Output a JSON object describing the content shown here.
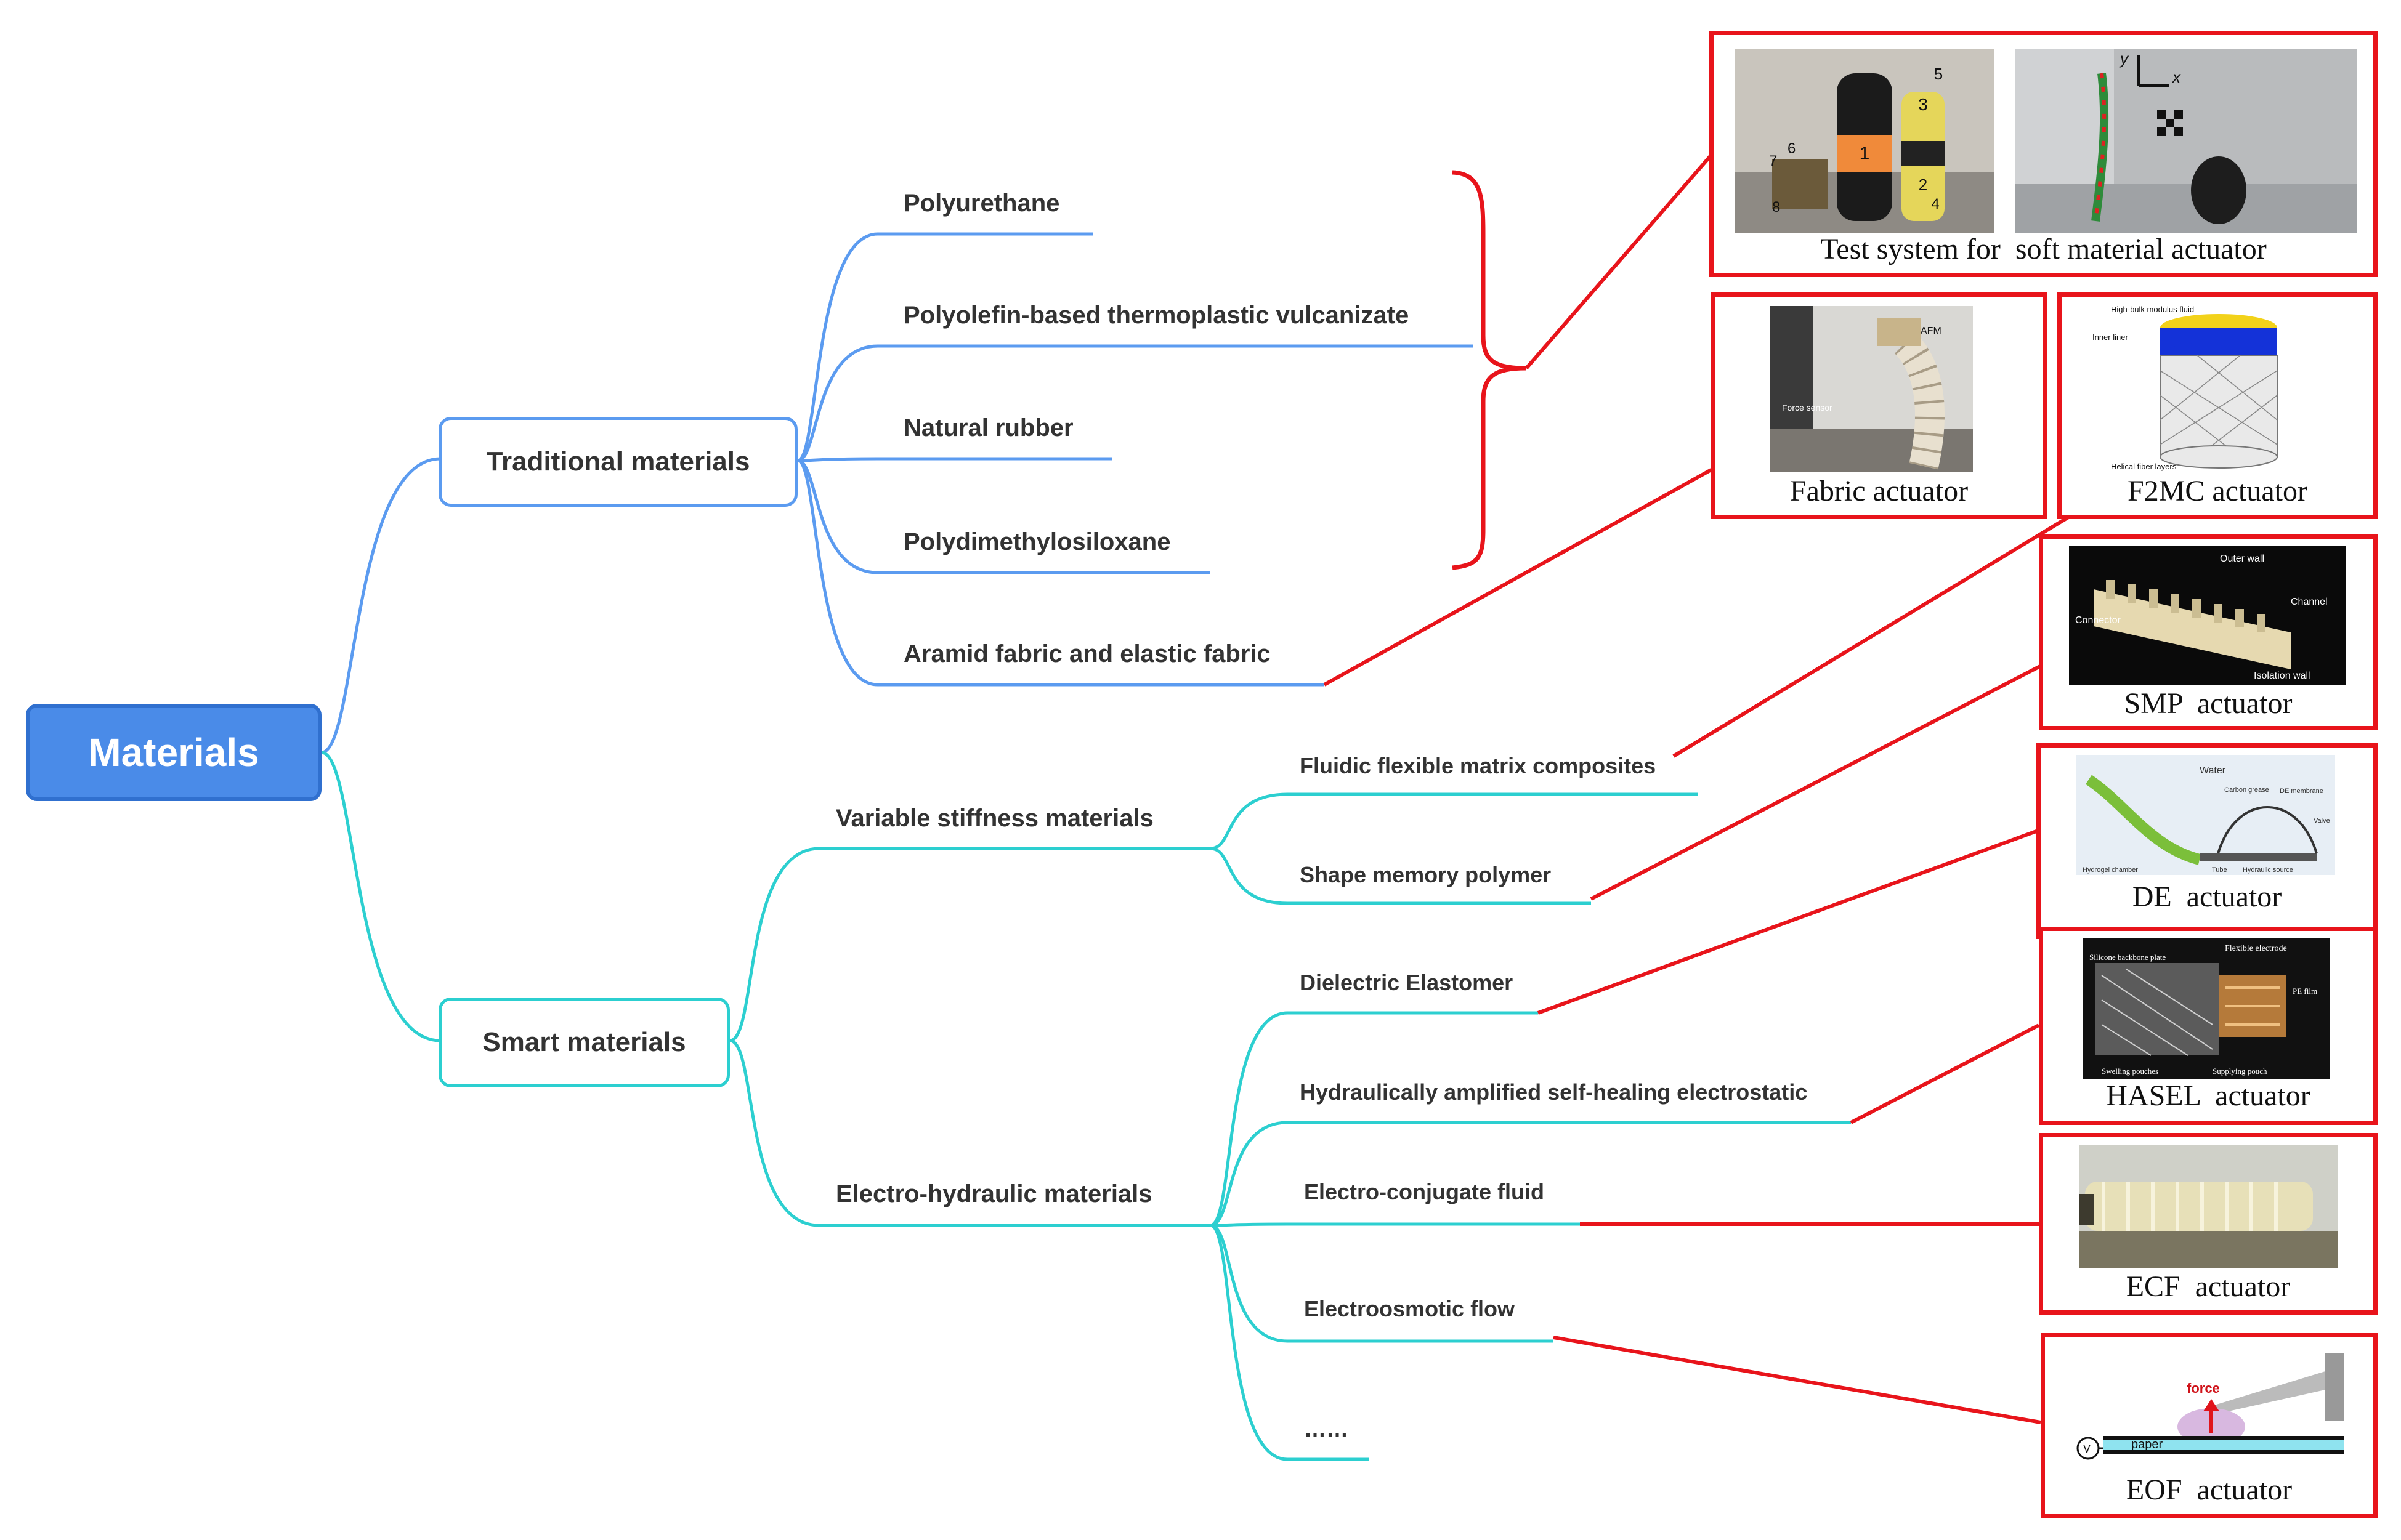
{
  "root": {
    "label": "Materials"
  },
  "traditional": {
    "label": "Traditional materials",
    "items": [
      "Polyurethane",
      "Polyolefin-based thermoplastic vulcanizate",
      "Natural rubber",
      "Polydimethylosiloxane",
      "Aramid fabric and elastic fabric"
    ]
  },
  "smart": {
    "label": "Smart materials",
    "variable": {
      "label": "Variable stiffness materials",
      "items": [
        "Fluidic flexible matrix composites",
        "Shape memory polymer"
      ]
    },
    "electro": {
      "label": "Electro-hydraulic materials",
      "items": [
        "Dielectric Elastomer",
        "Hydraulically amplified self-healing electrostatic",
        "Electro-conjugate fluid",
        "Electroosmotic flow",
        "……"
      ]
    }
  },
  "panels": {
    "test_system": {
      "caption": "Test system for  soft material actuator",
      "labels": [
        "1",
        "2",
        "3",
        "4",
        "5",
        "6",
        "7",
        "8"
      ],
      "axes": [
        "y",
        "x"
      ]
    },
    "fabric": {
      "caption": "Fabric actuator",
      "labels": [
        "AFM",
        "Force sensor"
      ]
    },
    "f2mc": {
      "caption": "F2MC actuator",
      "labels": [
        "High-bulk modulus fluid",
        "Inner liner",
        "Helical fiber layers"
      ]
    },
    "smp": {
      "caption": "SMP  actuator",
      "labels": [
        "Outer wall",
        "Channel",
        "Connector",
        "Isolation wall"
      ]
    },
    "de": {
      "caption": "DE  actuator",
      "labels": [
        "Water",
        "Carbon grease",
        "DE membrane",
        "Hydrogel chamber",
        "Hydraulic source",
        "Tube",
        "Valve"
      ]
    },
    "hasel": {
      "caption": "HASEL  actuator",
      "labels": [
        "Flexible electrode",
        "Silicone backbone plate",
        "PE film",
        "Swelling pouches",
        "Supplying pouch"
      ]
    },
    "ecf": {
      "caption": "ECF  actuator"
    },
    "eof": {
      "caption": "EOF  actuator",
      "labels": [
        "force",
        "paper",
        "V"
      ]
    }
  },
  "colors": {
    "root_fill": "#4a8be8",
    "traditional_branch": "#5b9bf0",
    "smart_branch": "#2ccfd0",
    "connector_red": "#e8141b"
  }
}
